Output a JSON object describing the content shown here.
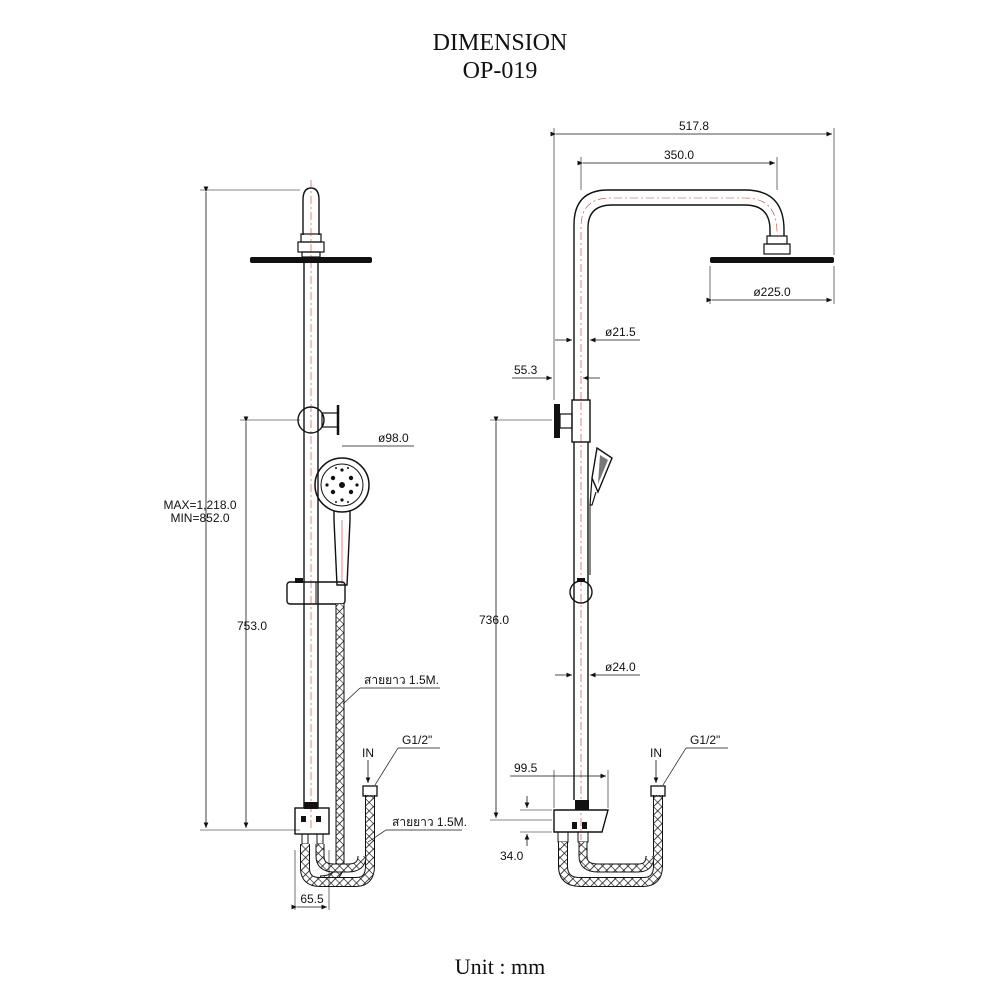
{
  "title": "DIMENSION",
  "model": "OP-019",
  "unit_label": "Unit : mm",
  "front_view": {
    "max_height": "MAX=1,218.0",
    "min_height": "MIN=852.0",
    "handshower_dia": "ø98.0",
    "mixer_height": "753.0",
    "hose_upper": "สายยาว 1.5M.",
    "hose_lower": "สายยาว 1.5M.",
    "inlet_label": "IN",
    "thread": "G1/2\"",
    "inlet_spacing": "65.5"
  },
  "side_view": {
    "total_reach": "517.8",
    "arm_reach": "350.0",
    "head_dia": "ø225.0",
    "pipe_dia_upper": "ø21.5",
    "wall_offset": "55.3",
    "mixer_height": "736.0",
    "pipe_dia_lower": "ø24.0",
    "inlet_label": "IN",
    "thread": "G1/2\"",
    "mixer_depth": "99.5",
    "mixer_thickness": "34.0"
  }
}
